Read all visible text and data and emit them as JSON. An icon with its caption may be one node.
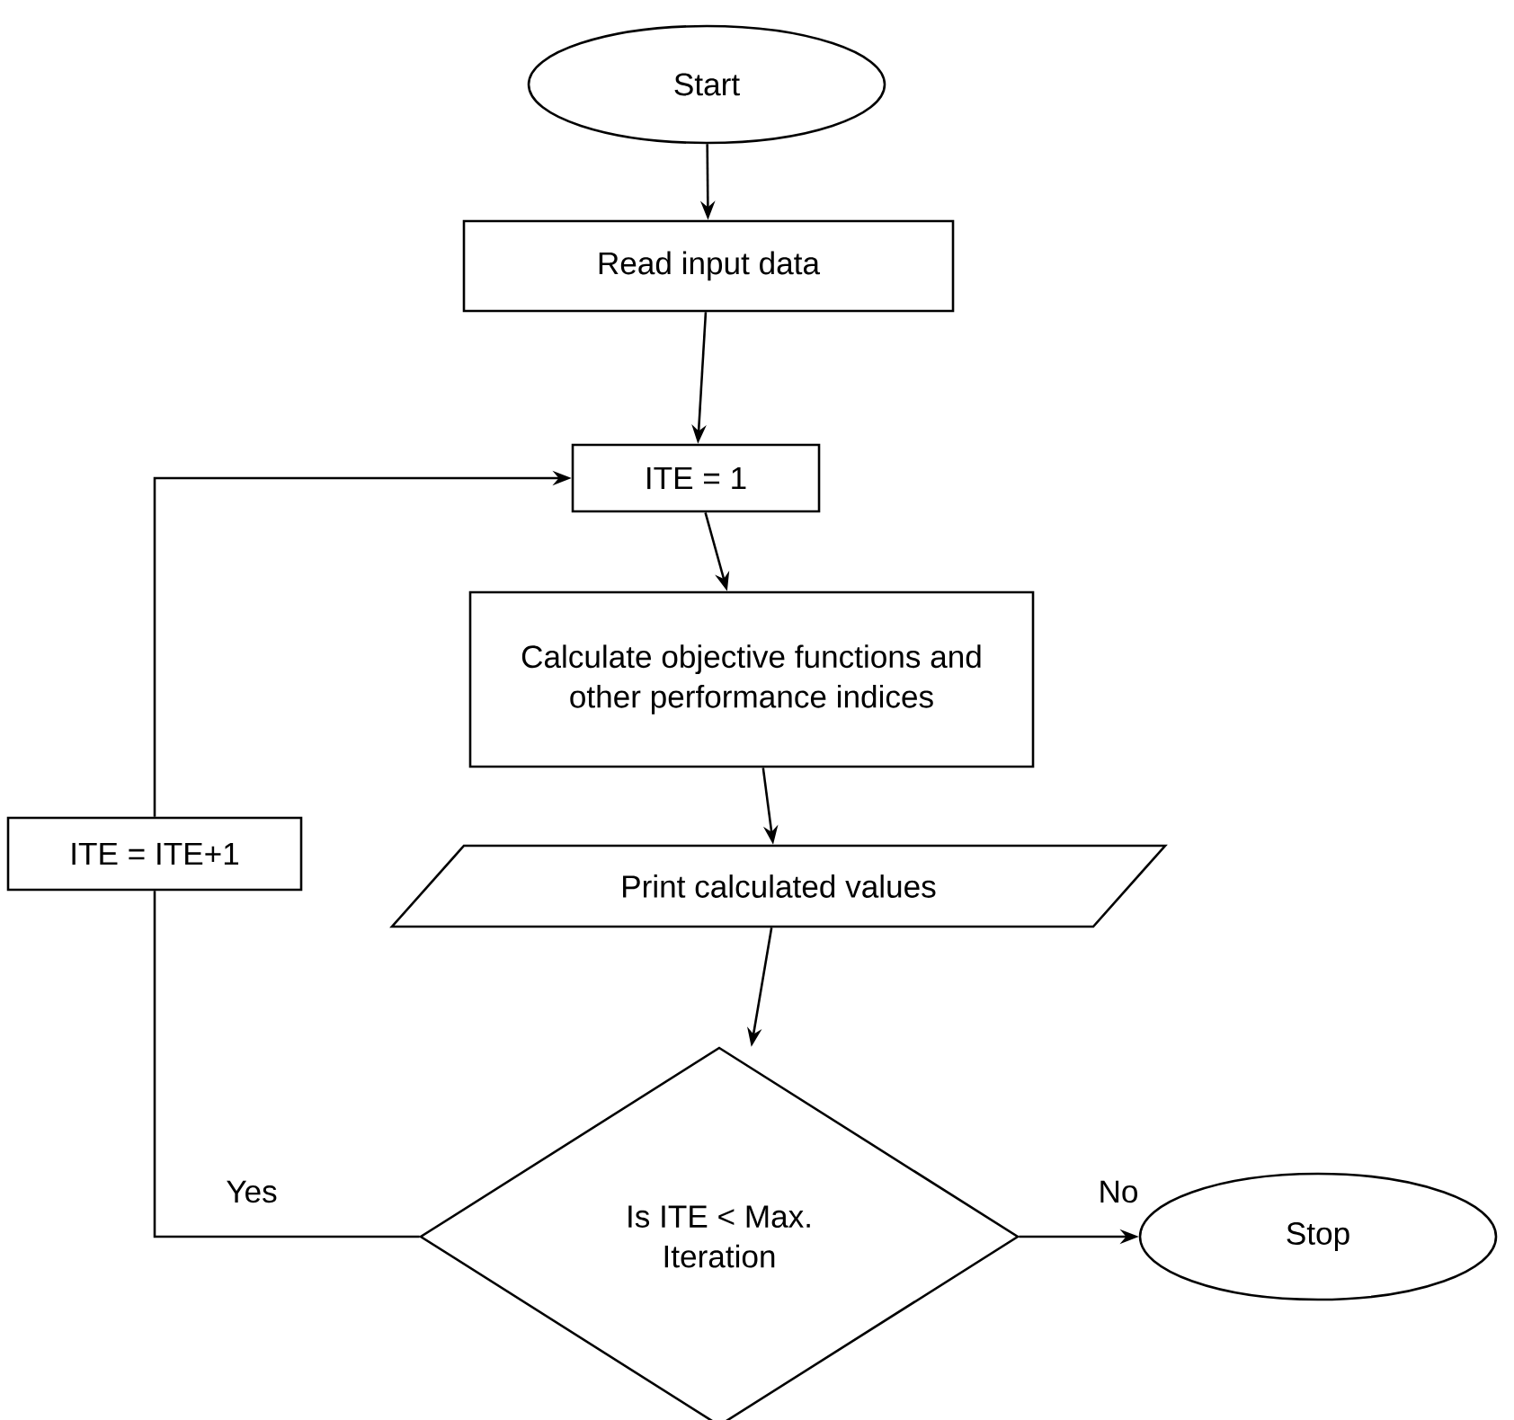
{
  "diagram": {
    "nodes": [
      {
        "text": [
          "Start"
        ]
      },
      {
        "text": [
          "Read input data"
        ]
      },
      {
        "text": [
          "ITE = 1"
        ]
      },
      {
        "text": [
          "Calculate objective functions and other performance indices"
        ]
      },
      {
        "text": [
          "Print calculated values"
        ]
      },
      {
        "text": [
          "Is ITE < Max. Iteration"
        ]
      },
      {
        "text": [
          "Stop"
        ]
      },
      {
        "text": [
          "ITE = ITE+1"
        ]
      }
    ],
    "edges": [
      {
        "from": 0,
        "to": 1,
        "arrow": "to"
      },
      {
        "from": 1,
        "to": 2,
        "arrow": "to"
      },
      {
        "from": 2,
        "to": 3,
        "arrow": "to"
      },
      {
        "from": 3,
        "to": 4,
        "arrow": "to"
      },
      {
        "from": 4,
        "to": 5,
        "arrow": "to"
      },
      {
        "from": 5,
        "to": 6,
        "arrow": "to",
        "label": "No"
      },
      {
        "from": 5,
        "to": 7,
        "arrow": "none",
        "label": "Yes"
      },
      {
        "from": 7,
        "to": 2,
        "arrow": "to"
      }
    ]
  }
}
